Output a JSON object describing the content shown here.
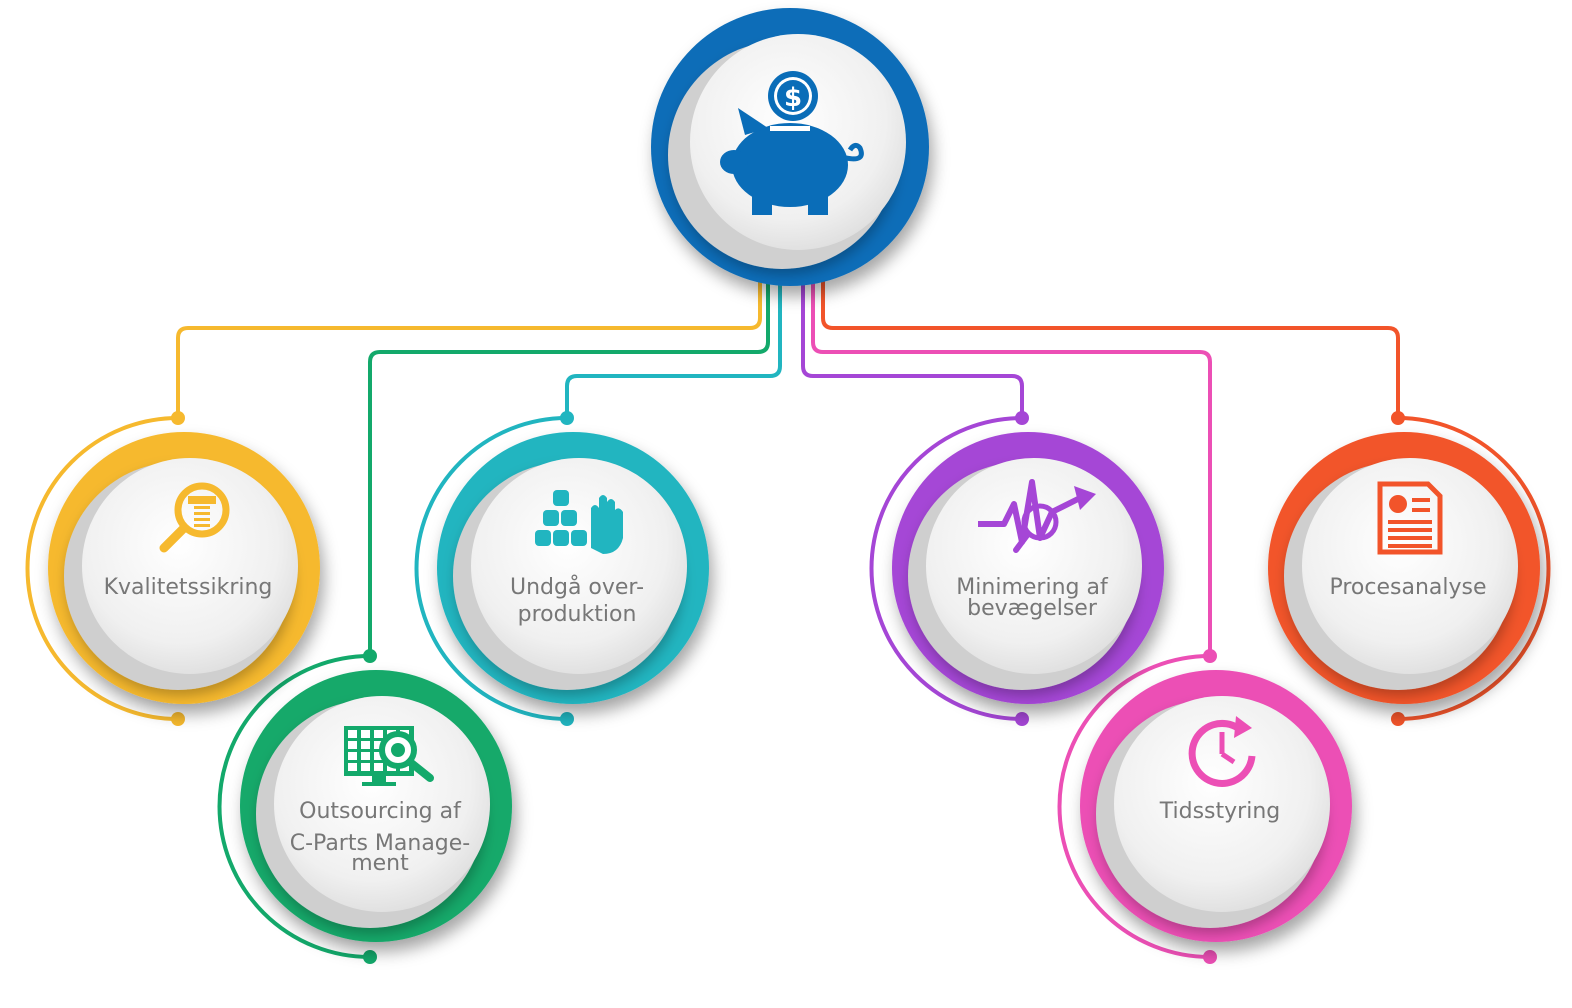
{
  "center": {
    "icon": "piggy-bank-icon",
    "color": "#0A6DB8"
  },
  "nodes": [
    {
      "key": "kvalitet",
      "icon": "magnifier-screw-icon",
      "color": "#F6B92E",
      "lines": [
        "Kvalitetssikring"
      ]
    },
    {
      "key": "outsourcing",
      "icon": "monitor-search-icon",
      "color": "#13A96B",
      "lines": [
        "Outsourcing af",
        "C-Parts Manage-",
        "ment"
      ]
    },
    {
      "key": "overproduktion",
      "icon": "stop-hand-blocks-icon",
      "color": "#21B5C0",
      "lines": [
        "Undgå over-",
        "produktion"
      ]
    },
    {
      "key": "bevaegelser",
      "icon": "minimize-motion-icon",
      "color": "#A546D6",
      "lines": [
        "Minimering af",
        "bevægelser"
      ]
    },
    {
      "key": "tidsstyring",
      "icon": "clock-refresh-icon",
      "color": "#EC4FB5",
      "lines": [
        "Tidsstyring"
      ]
    },
    {
      "key": "procesanalyse",
      "icon": "report-document-icon",
      "color": "#F2542A",
      "lines": [
        "Procesanalyse"
      ]
    }
  ]
}
